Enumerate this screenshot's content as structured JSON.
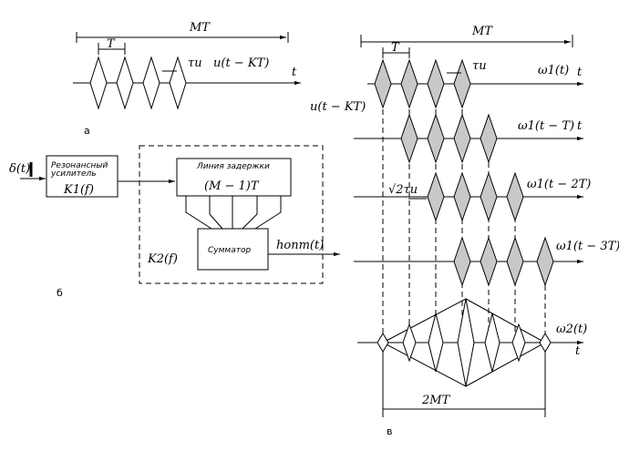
{
  "panel_a": {
    "label": "а",
    "span_label": "MT",
    "period_label": "T",
    "tau_label": "τи",
    "signal_label": "u(t − KT)",
    "axis_label": "t"
  },
  "panel_b": {
    "label": "б",
    "input_label": "δ(t)",
    "resonant_title": "Резонансный усилитель",
    "resonant_formula": "K1(f)",
    "delay_title": "Линия задержки",
    "delay_formula": "(M − 1)T",
    "summator_title": "Сумматор",
    "filter_label": "K2(f)",
    "output_label": "hопт(t)"
  },
  "panel_v": {
    "label": "в",
    "span_label": "MT",
    "period_label": "T",
    "tau_label": "τи",
    "input_label": "u(t − KT)",
    "axis_label": "t",
    "rows": [
      {
        "label": "ω1(t)"
      },
      {
        "label": "ω1(t − T)"
      },
      {
        "label": "ω1(t − 2T)"
      },
      {
        "label": "ω1(t − 3T)"
      }
    ],
    "sqrt_label": "√2τи",
    "sum_label": "ω2(t)",
    "bottom_span": "2MT"
  }
}
